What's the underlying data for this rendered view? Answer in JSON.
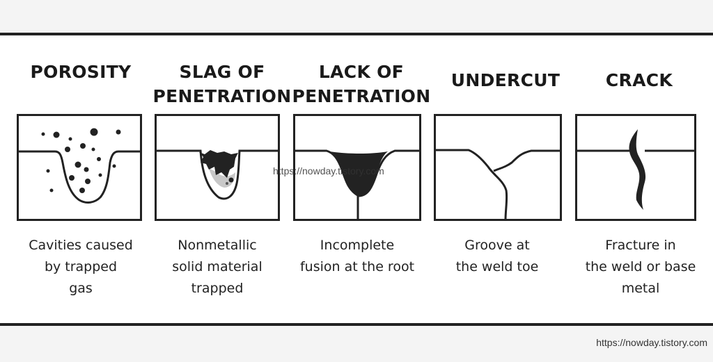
{
  "defects": [
    {
      "title": "POROSITY",
      "description": "Cavities caused\nby trapped\ngas"
    },
    {
      "title": "SLAG OF\nPENETRATION",
      "description": "Nonmetallic\nsolid material\ntrapped"
    },
    {
      "title": "LACK OF\nPENETRATION",
      "description": "Incomplete\nfusion at the root"
    },
    {
      "title": "UNDERCUT",
      "description": "Groove at\nthe weld toe"
    },
    {
      "title": "CRACK",
      "description": "Fracture in\nthe weld or base\nmetal"
    }
  ],
  "watermark_center": "https://nowday.tistory.com",
  "watermark_corner": "https://nowday.tistory.com"
}
